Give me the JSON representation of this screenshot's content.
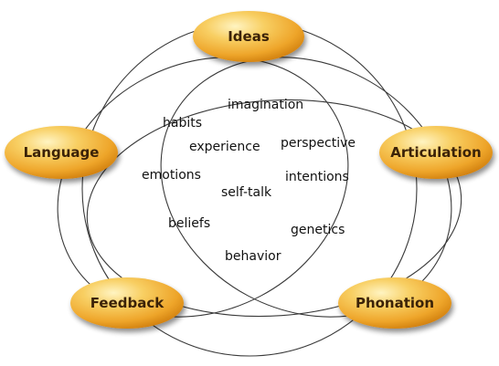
{
  "nodes": {
    "ideas": "Ideas",
    "language": "Language",
    "articulation": "Articulation",
    "feedback": "Feedback",
    "phonation": "Phonation"
  },
  "words": {
    "imagination": "imagination",
    "habits": "habits",
    "experience": "experience",
    "perspective": "perspective",
    "emotions": "emotions",
    "intentions": "intentions",
    "self_talk": "self-talk",
    "beliefs": "beliefs",
    "genetics": "genetics",
    "behavior": "behavior"
  },
  "colors": {
    "node_fill_light": "#fde7a0",
    "node_fill_mid": "#f5b03a",
    "node_fill_dark": "#d48410",
    "line": "#3a3a3a",
    "label": "#3b2208"
  }
}
